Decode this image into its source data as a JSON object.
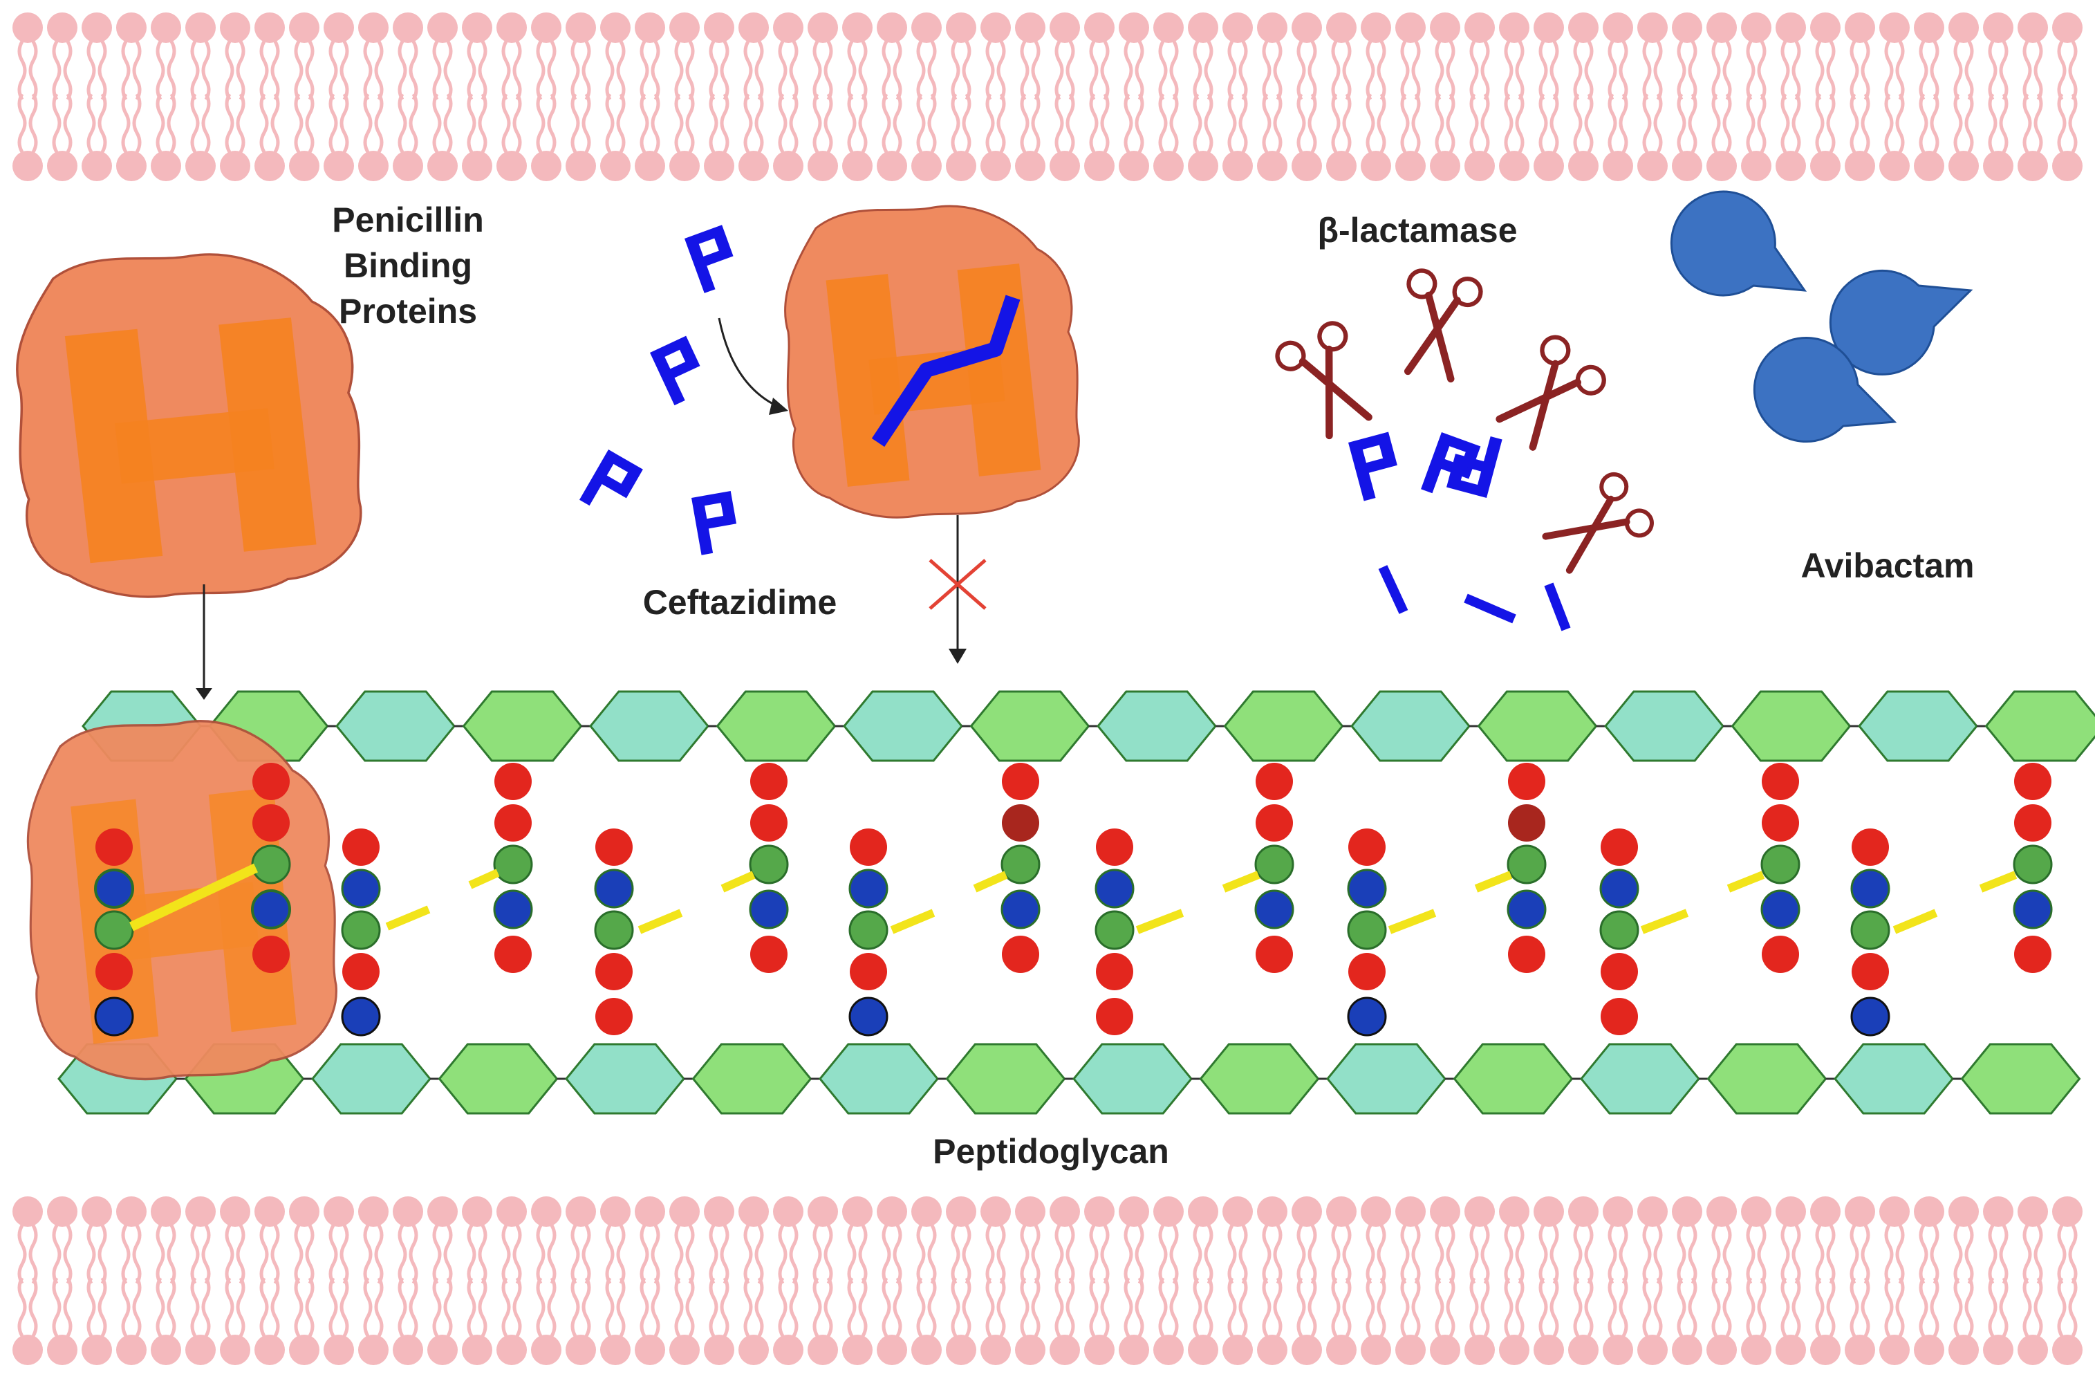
{
  "labels": {
    "pbp_line1": "Penicillin",
    "pbp_line2": "Binding",
    "pbp_line3": "Proteins",
    "ceftazidime": "Ceftazidime",
    "beta_lactamase": "β-lactamase",
    "avibactam": "Avibactam",
    "peptidoglycan": "Peptidoglycan"
  },
  "colors": {
    "membrane": "#f4b9bd",
    "pbp_blob": "#ef8a5f",
    "pbp_h": "#f58220",
    "ceftazidime": "#1414e6",
    "scissors": "#8b2323",
    "avibactam": "#3c72c2",
    "hex_green": "#8fe07a",
    "hex_teal": "#92e0c8",
    "hex_stroke": "#2f7a2f",
    "bead_red": "#e3261e",
    "bead_darkred": "#a8261e",
    "bead_green": "#55a84a",
    "bead_blue": "#1a3fb8",
    "crosslink": "#f2e41a",
    "inhibit_x": "#e34234"
  }
}
